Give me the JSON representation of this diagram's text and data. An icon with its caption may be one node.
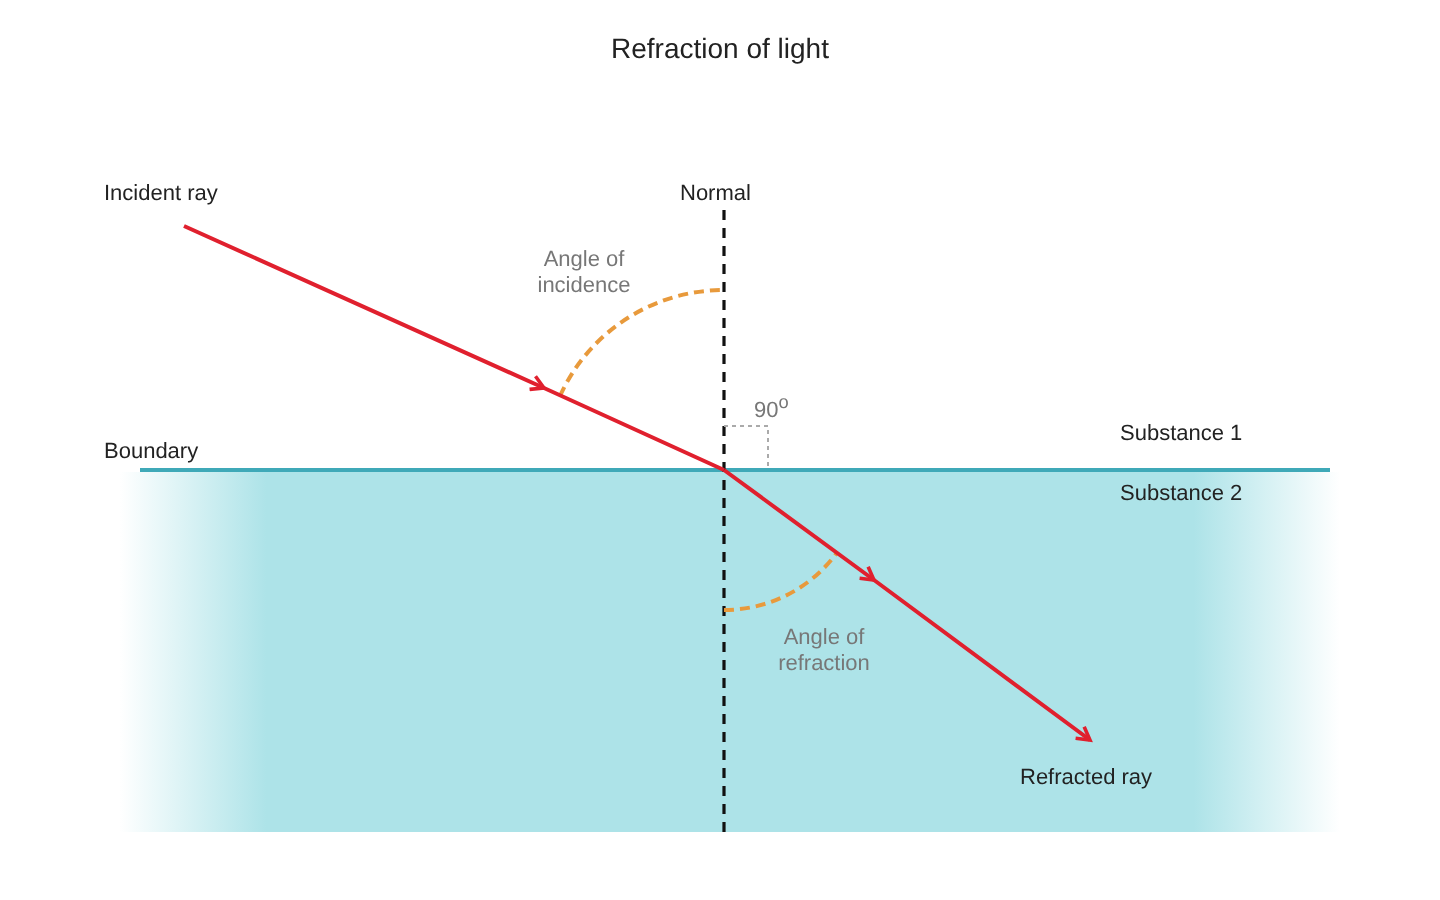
{
  "diagram": {
    "title": "Refraction of light",
    "labels": [
      "Incident ray",
      "Normal",
      "Angle of incidence",
      "90$^{o}$",
      "Boundary",
      "Substance 1",
      "Substance 2",
      "Angle of refraction",
      "Refracted ray"
    ]
  }
}
